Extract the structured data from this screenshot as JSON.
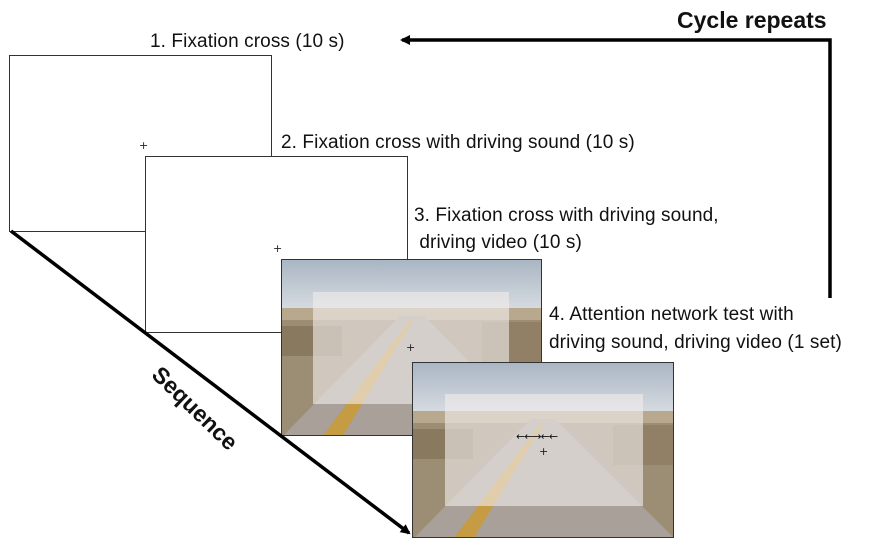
{
  "title": "Cycle repeats",
  "sequence_label": "Sequence",
  "steps": [
    {
      "label": "1. Fixation cross (10 s)"
    },
    {
      "label": "2. Fixation cross with driving sound (10 s)"
    },
    {
      "label_line1": "3. Fixation cross with driving sound,",
      "label_line2": " driving video (10 s)"
    },
    {
      "label_line1": "4. Attention network test with",
      "label_line2": "driving sound, driving video (1 set)"
    }
  ],
  "fixation_symbol": "+",
  "flanker_stimulus": "←←→←←",
  "colors": {
    "line": "#000000",
    "road": "#a49c94",
    "sky": "#c9d3dd",
    "centerline": "#c89a3a"
  }
}
